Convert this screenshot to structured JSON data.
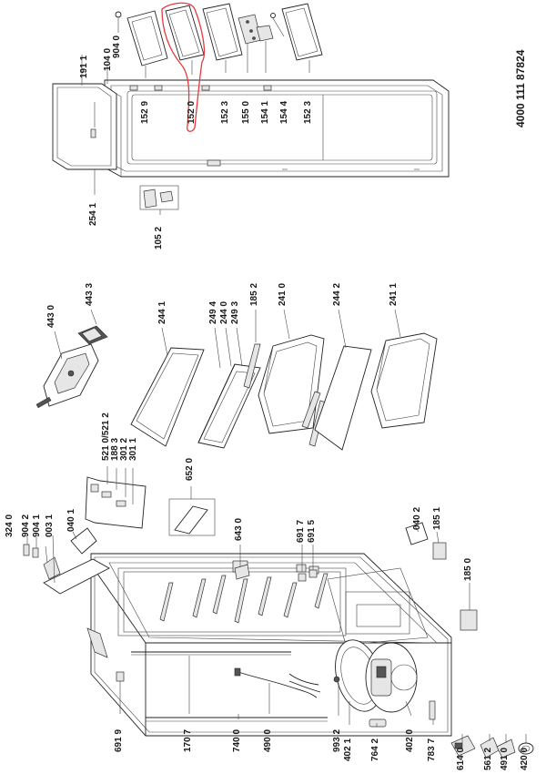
{
  "diagram": {
    "document_code": "4000 111 87824",
    "highlight_color": "#e8383d",
    "line_color": "#222222",
    "labels": {
      "l1911": "191 1",
      "l1040top": "104 0",
      "l9040top": "904 0",
      "l1529": "152 9",
      "l1520": "152 0",
      "l1523a": "152 3",
      "l1550": "155 0",
      "l1541": "154 1",
      "l1544": "154 4",
      "l1523b": "152 3",
      "l2541": "254 1",
      "l1052": "105 2",
      "l4430": "443 0",
      "l4433": "443 3",
      "l2441": "244 1",
      "l2494": "249 4",
      "l2440": "244 0",
      "l2493": "249 3",
      "l1852": "185 2",
      "l2410": "241 0",
      "l2442": "244 2",
      "l2411": "241 1",
      "l5210": "521 0/521 2",
      "l1883": "188 3",
      "l3012": "301 2",
      "l3011": "301 1",
      "l6520": "652 0",
      "l3240": "324 0",
      "l9042": "904 2",
      "l9041": "904 1",
      "l0031": "003 1",
      "l0401": "040 1",
      "l6430": "643 0",
      "l6917": "691 7",
      "l6915": "691 5",
      "l0402": "040 2",
      "l1851": "185 1",
      "l1850": "185 0",
      "l6919": "691 9",
      "l1707": "170 7",
      "l7400": "740 0",
      "l4900": "490 0",
      "l9932": "993 2",
      "l4021": "402 1",
      "l7642": "764 2",
      "l4020": "402 0",
      "l7837": "783 7",
      "l6140": "614 0",
      "l5612": "561 2",
      "l4910": "491 0",
      "l4200": "420 0"
    }
  }
}
